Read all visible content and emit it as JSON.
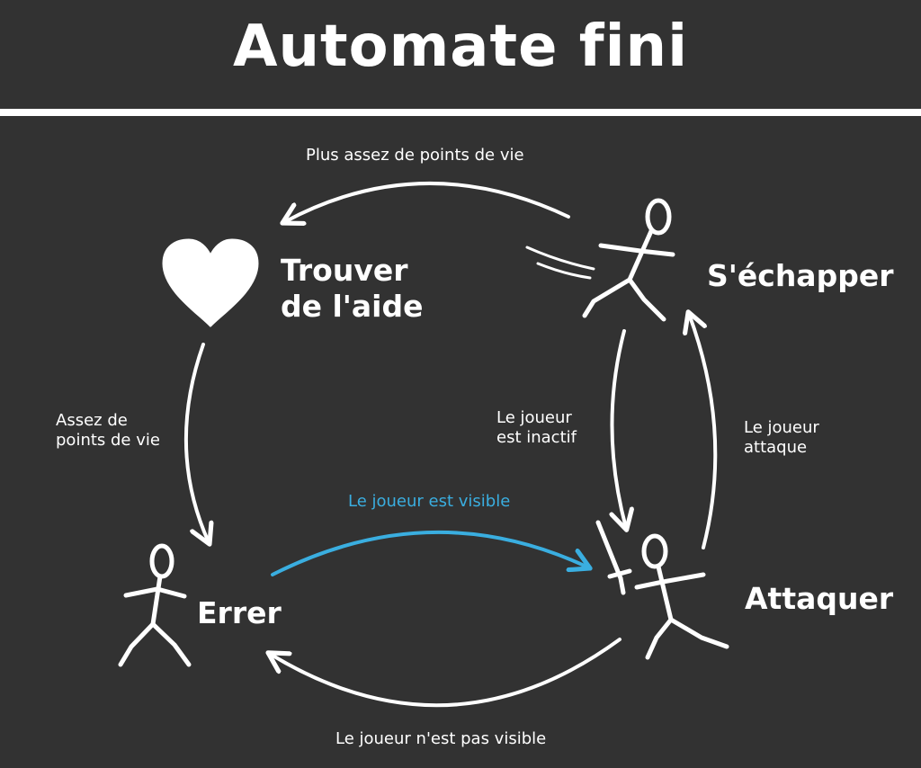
{
  "title": "Automate fini",
  "colors": {
    "background": "#323232",
    "foreground": "#ffffff",
    "highlight": "#3aaee0"
  },
  "states": {
    "help": {
      "label": "Trouver\nde l'aide",
      "icon": "heart-icon"
    },
    "flee": {
      "label": "S'échapper",
      "icon": "fleeing-stick-figure-icon"
    },
    "wander": {
      "label": "Errer",
      "icon": "walking-stick-figure-icon"
    },
    "attack": {
      "label": "Attaquer",
      "icon": "sword-stick-figure-icon"
    }
  },
  "transitions": {
    "flee_to_help": "Plus assez de points de vie",
    "help_to_wander": "Assez de\npoints de vie",
    "flee_to_attack": "Le joueur\nest inactif",
    "attack_to_flee": "Le joueur\nattaque",
    "wander_to_attack": "Le joueur est visible",
    "attack_to_wander": "Le joueur n'est pas visible"
  }
}
